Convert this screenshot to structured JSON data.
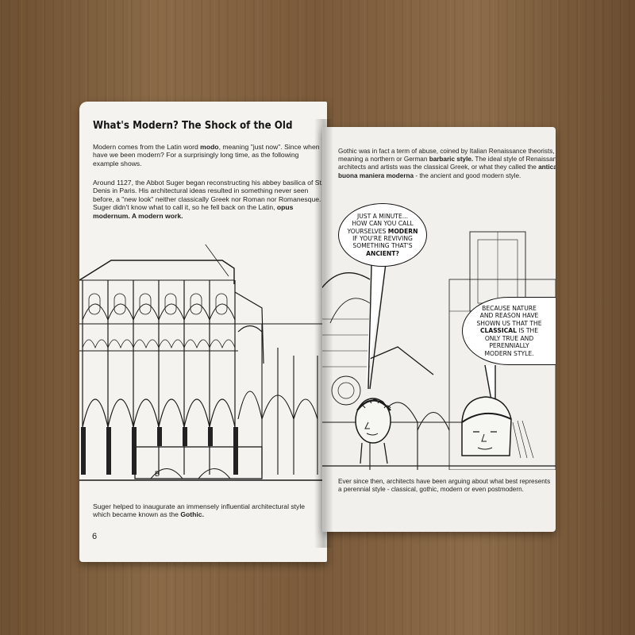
{
  "left_page": {
    "title": "What's Modern? The Shock of the Old",
    "p1_a": "Modern comes from the Latin word ",
    "p1_b": "modo",
    "p1_c": ", meaning \"just now\". Since when have we been modern? For a surprisingly long time, as the following example shows.",
    "p2_a": "Around 1127, the Abbot Suger began reconstructing his abbey basilica of St. Denis in Paris. His architectural ideas resulted in something never seen before, a \"new look\" neither classically Greek nor Roman nor Romanesque.",
    "p2_b": "Suger didn't know what to call it, so he fell back on the Latin, ",
    "p2_c": "opus modernum. A modern work.",
    "p3_a": "Suger helped to inaugurate an immensely influential architectural style which became known as the ",
    "p3_b": "Gothic.",
    "figure_label": "B",
    "page_number": "6"
  },
  "right_page": {
    "p1_a": "Gothic was in fact a term of abuse, coined by Italian Renaissance theorists, meaning a northern or German ",
    "p1_b": "barbaric style.",
    "p1_c": " The ideal style of Renaissance architects and artists was the classical Greek, or what they called the ",
    "p1_d": "antica e buona maniera moderna",
    "p1_e": " - the ancient and good modern style.",
    "bubble1": {
      "line1": "JUST A MINUTE...",
      "line2": "HOW CAN YOU CALL",
      "line3a": "YOURSELVES ",
      "line3b": "MODERN",
      "line4": "IF YOU'RE REVIVING",
      "line5": "SOMETHING THAT'S",
      "line6": "ANCIENT?"
    },
    "bubble2": {
      "line1": "BECAUSE NATURE",
      "line2": "AND REASON HAVE",
      "line3": "SHOWN US THAT THE",
      "line4a": "CLASSICAL",
      "line4b": " IS THE",
      "line5": "ONLY TRUE AND",
      "line6": "PERENNIALLY",
      "line7": "MODERN STYLE."
    },
    "p2": "Ever since then, architects have been arguing about what best represents a perennial style - classical, gothic, modern or even postmodern."
  }
}
